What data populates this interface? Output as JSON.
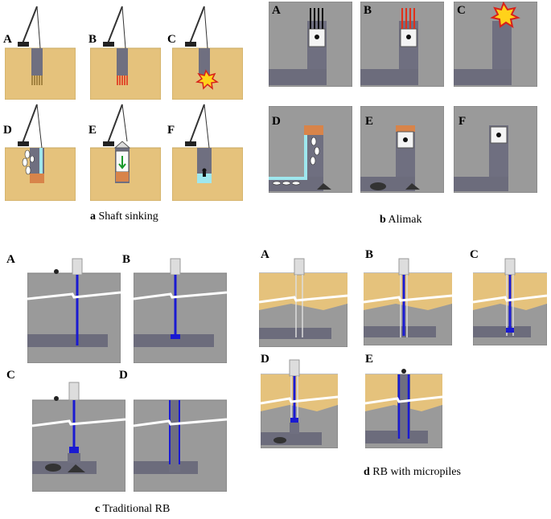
{
  "colors": {
    "soil": "#e5c27c",
    "rock": "#9a9a9a",
    "tunnel": "#6c6c7c",
    "shaft": "#6f6f80",
    "blue": "#1a1ad2",
    "red": "#e0301a",
    "orange": "#d8844a",
    "cyan": "#9ee7ee",
    "explosion": "#ffd21a",
    "explosion_edge": "#d8201a"
  },
  "captions": {
    "a": {
      "letter": "a",
      "text": "Shaft sinking"
    },
    "b": {
      "letter": "b",
      "text": "Alimak"
    },
    "c": {
      "letter": "c",
      "text": "Traditional RB"
    },
    "d": {
      "letter": "d",
      "text": "RB with micropiles"
    }
  },
  "groups": {
    "a": {
      "labels": [
        "A",
        "B",
        "C",
        "D",
        "E",
        "F"
      ]
    },
    "b": {
      "labels": [
        "A",
        "B",
        "C",
        "D",
        "E",
        "F"
      ]
    },
    "c": {
      "labels": [
        "A",
        "B",
        "C",
        "D"
      ]
    },
    "d": {
      "labels": [
        "A",
        "B",
        "C",
        "D",
        "E"
      ]
    }
  }
}
